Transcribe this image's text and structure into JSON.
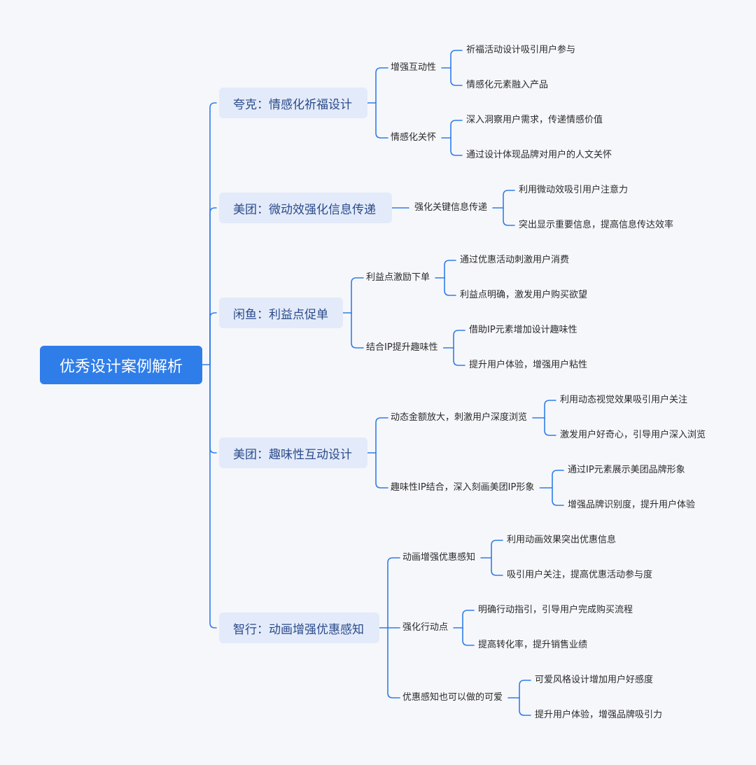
{
  "root": {
    "label": "优秀设计案例解析"
  },
  "branches": [
    {
      "label": "夸克：情感化祈福设计",
      "children": [
        {
          "label": "增强互动性",
          "leaves": [
            "祈福活动设计吸引用户参与",
            "情感化元素融入产品"
          ]
        },
        {
          "label": "情感化关怀",
          "leaves": [
            "深入洞察用户需求，传递情感价值",
            "通过设计体现品牌对用户的人文关怀"
          ]
        }
      ]
    },
    {
      "label": "美团：微动效强化信息传递",
      "children": [
        {
          "label": "强化关键信息传递",
          "leaves": [
            "利用微动效吸引用户注意力",
            "突出显示重要信息，提高信息传达效率"
          ]
        }
      ]
    },
    {
      "label": "闲鱼：利益点促单",
      "children": [
        {
          "label": "利益点激励下单",
          "leaves": [
            "通过优惠活动刺激用户消费",
            "利益点明确，激发用户购买欲望"
          ]
        },
        {
          "label": "结合IP提升趣味性",
          "leaves": [
            "借助IP元素增加设计趣味性",
            "提升用户体验，增强用户粘性"
          ]
        }
      ]
    },
    {
      "label": "美团：趣味性互动设计",
      "children": [
        {
          "label": "动态金额放大，刺激用户深度浏览",
          "leaves": [
            "利用动态视觉效果吸引用户关注",
            "激发用户好奇心，引导用户深入浏览"
          ]
        },
        {
          "label": "趣味性IP结合，深入刻画美团IP形象",
          "leaves": [
            "通过IP元素展示美团品牌形象",
            "增强品牌识别度，提升用户体验"
          ]
        }
      ]
    },
    {
      "label": "智行：动画增强优惠感知",
      "children": [
        {
          "label": "动画增强优惠感知",
          "leaves": [
            "利用动画效果突出优惠信息",
            "吸引用户关注，提高优惠活动参与度"
          ]
        },
        {
          "label": "强化行动点",
          "leaves": [
            "明确行动指引，引导用户完成购买流程",
            "提高转化率，提升销售业绩"
          ]
        },
        {
          "label": "优惠感知也可以做的可爱",
          "leaves": [
            "可爱风格设计增加用户好感度",
            "提升用户体验，增强品牌吸引力"
          ]
        }
      ]
    }
  ],
  "colors": {
    "line": "#2f7de9",
    "root_bg": "#2f7de9",
    "branch_bg": "#e3ebfa",
    "text": "#2a2a2a",
    "background": "#f6f7fb"
  }
}
